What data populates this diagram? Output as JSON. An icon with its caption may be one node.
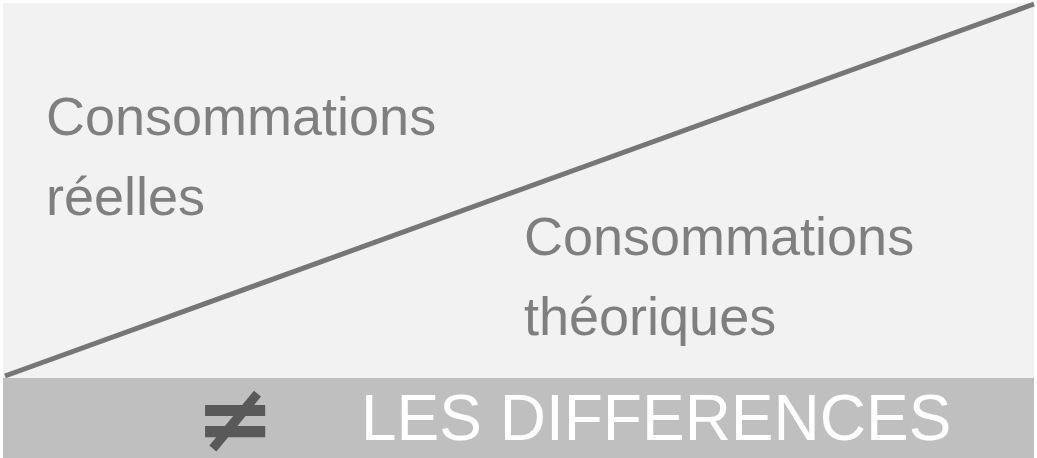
{
  "diagram": {
    "nodes": [
      {
        "text": [
          "≠",
          "LES DIFFERENCES"
        ]
      }
    ],
    "labels": [
      "Consommations réelles",
      "Consommations théoriques"
    ]
  }
}
